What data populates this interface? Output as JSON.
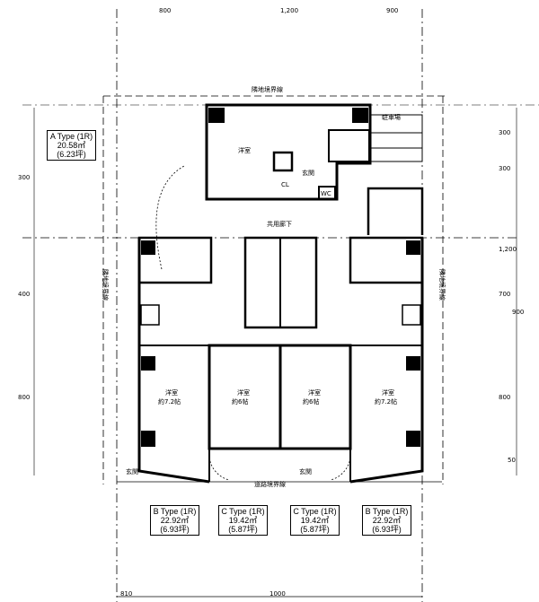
{
  "dimensions": {
    "top": [
      "800",
      "1,200",
      "900"
    ],
    "bottom_total": "1000",
    "bottom_left": "810",
    "right": [
      "300",
      "300",
      "1,200",
      "900",
      "700",
      "800",
      "50"
    ],
    "left": [
      "300",
      "400",
      "800"
    ]
  },
  "boundary_labels": {
    "top": "隣地境界線",
    "left": "隣地境界線",
    "right": "隣地境界線",
    "bottom": "道路境界線",
    "parking": "駐車場"
  },
  "room_labels": {
    "unit_a_room": "洋室",
    "closet": "CL",
    "entrance": "玄関",
    "wc": "WC",
    "corridor": "共用廊下",
    "b_left": [
      "洋室",
      "約7.2帖"
    ],
    "c_left": [
      "洋室",
      "約6帖"
    ],
    "c_right": [
      "洋室",
      "約6帖"
    ],
    "b_right": [
      "洋室",
      "約7.2帖"
    ],
    "entrance_left": "玄関",
    "entrance_right": "玄関"
  },
  "unit_types": [
    {
      "name": "A Type (1R)",
      "area": "20.58㎡",
      "tsubo": "(6.23坪)"
    },
    {
      "name": "B Type (1R)",
      "area": "22.92㎡",
      "tsubo": "(6.93坪)"
    },
    {
      "name": "C Type (1R)",
      "area": "19.42㎡",
      "tsubo": "(5.87坪)"
    },
    {
      "name": "C Type (1R)",
      "area": "19.42㎡",
      "tsubo": "(5.87坪)"
    },
    {
      "name": "B Type (1R)",
      "area": "22.92㎡",
      "tsubo": "(6.93坪)"
    }
  ]
}
